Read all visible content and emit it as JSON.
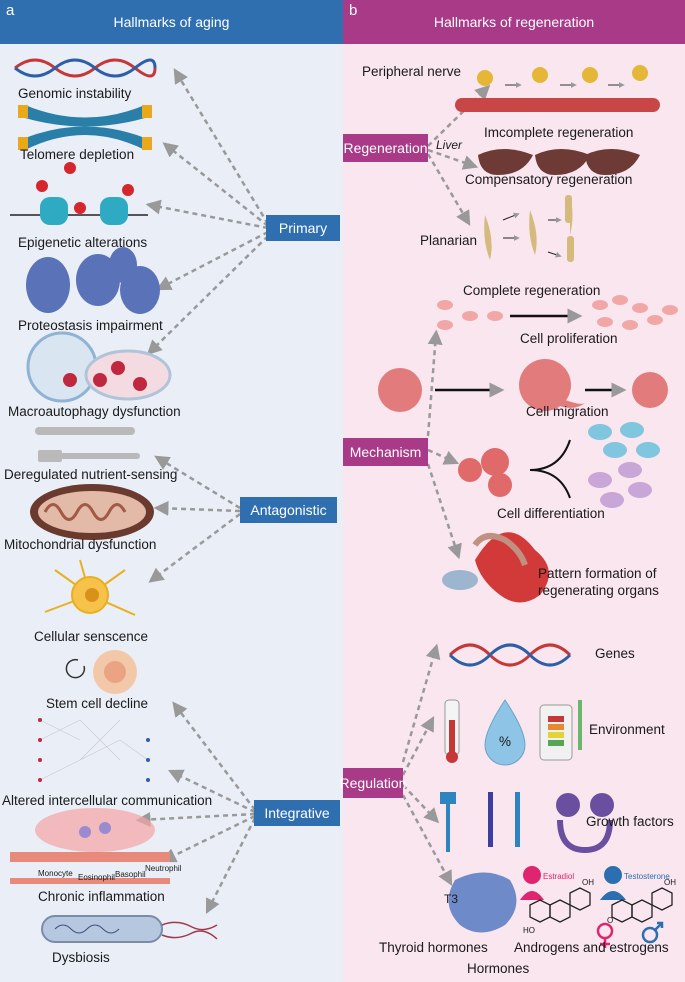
{
  "panels": {
    "left": {
      "letter": "a",
      "title": "Hallmarks of aging"
    },
    "right": {
      "letter": "b",
      "title": "Hallmarks of regeneration"
    }
  },
  "aging": {
    "categories": {
      "primary": "Primary",
      "antagonistic": "Antagonistic",
      "integrative": "Integrative"
    },
    "hallmarks": [
      "Genomic instability",
      "Telomere depletion",
      "Epigenetic alterations",
      "Proteostasis impairment",
      "Macroautophagy dysfunction",
      "Deregulated nutrient-sensing",
      "Mitochondrial dysfunction",
      "Cellular senscence",
      "Stem cell decline",
      "Altered intercellular communication",
      "Chronic inflammation",
      "Dysbiosis"
    ],
    "inflammation_cells": [
      "Monocyte",
      "Eosinophil",
      "Basophil",
      "Neutrophil"
    ]
  },
  "regeneration": {
    "categories": {
      "regeneration": "Regeneration",
      "mechanism": "Mechanism",
      "regulation": "Regulation"
    },
    "examples": {
      "peripheral_nerve": "Peripheral nerve",
      "incomplete": "Imcomplete regeneration",
      "liver": "Liver",
      "compensatory": "Compensatory regeneration",
      "planarian": "Planarian",
      "complete": "Complete regeneration"
    },
    "mechanisms": {
      "proliferation": "Cell proliferation",
      "migration": "Cell migration",
      "differentiation": "Cell differentiation",
      "pattern1": "Pattern formation of",
      "pattern2": "regenerating organs"
    },
    "regulation": {
      "genes": "Genes",
      "environment": "Environment",
      "humidity_symbol": "%",
      "growth_factors": "Growth factors",
      "t3": "T3",
      "thyroid": "Thyroid hormones",
      "androgens": "Androgens and estrogens",
      "hormones": "Hormones",
      "estradiol": "Estradiol",
      "testosterone": "Testosterone",
      "ho": "HO",
      "oh": "OH",
      "o": "O"
    }
  },
  "colors": {
    "blue": "#2f6fb0",
    "magenta": "#a83a88",
    "arrow": "#999999"
  }
}
